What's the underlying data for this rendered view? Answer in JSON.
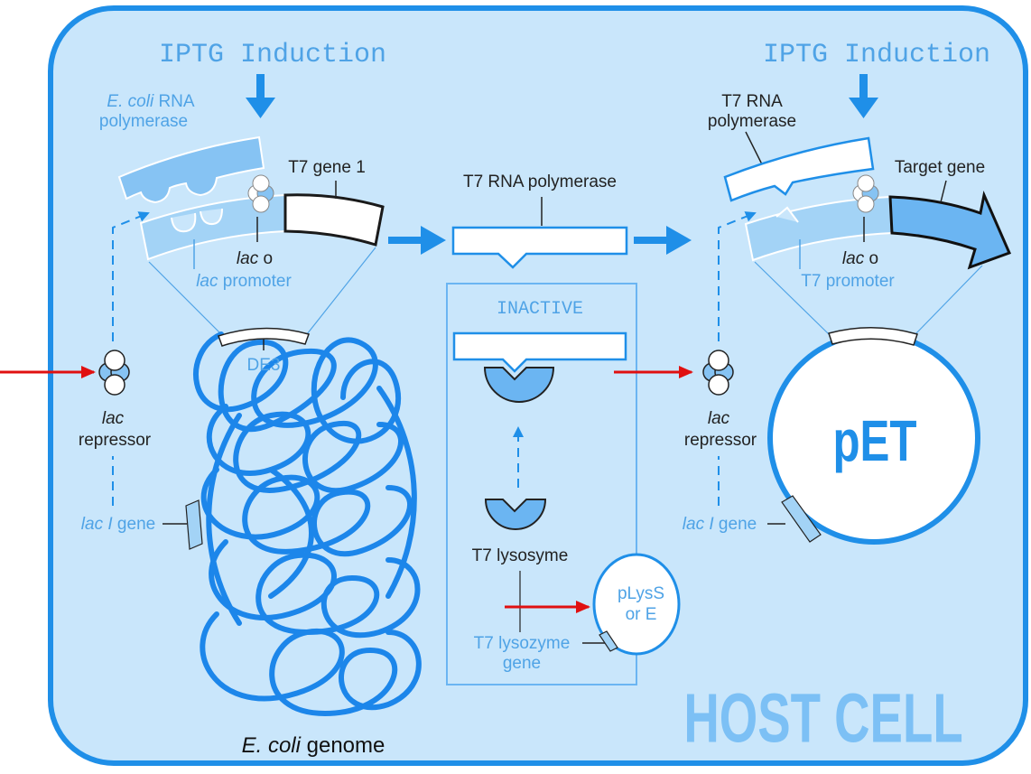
{
  "colors": {
    "cell_fill": "#c9e6fb",
    "cell_border": "#1f8fe8",
    "accent_blue": "#1f8fe8",
    "light_blue_text": "#4fa3e6",
    "dna_blue": "#1c86ea",
    "segment_blue": "#a3d3f6",
    "lysozyme_blue": "#6bb5f2",
    "arrow_red": "#e01010",
    "host_cell_text": "#7cc0f5",
    "label_dark": "#222222"
  },
  "induction": {
    "left": "IPTG Induction",
    "right": "IPTG Induction"
  },
  "left": {
    "ecoli_rna_polymerase": {
      "italic": "E. coli",
      "rest": " RNA",
      "line2": "polymerase"
    },
    "t7_gene1": "T7 gene 1",
    "lac_o": {
      "italic": "lac",
      "rest": " o"
    },
    "lac_promoter": {
      "italic": "lac",
      "rest": " promoter"
    },
    "de3": "DE3",
    "lac_repressor": {
      "italic": "lac",
      "line2": "repressor"
    },
    "lac_i_gene": {
      "italic": "lac I",
      "rest": " gene"
    },
    "ecoli_genome": {
      "italic": "E. coli",
      "rest": " genome"
    }
  },
  "middle": {
    "t7_rna_polymerase": "T7 RNA polymerase",
    "inactive": "INACTIVE",
    "t7_lysosyme": "T7 lysosyme",
    "t7_lysozyme_gene": {
      "line1": "T7 lysozyme",
      "line2": "gene"
    },
    "plyss": {
      "line1": "pLysS",
      "line2": "or E"
    }
  },
  "right": {
    "t7_rna_polymerase": {
      "line1": "T7 RNA",
      "line2": "polymerase"
    },
    "target_gene": "Target gene",
    "lac_o": {
      "italic": "lac",
      "rest": " o"
    },
    "t7_promoter": "T7 promoter",
    "lac_repressor": {
      "italic": "lac",
      "line2": "repressor"
    },
    "lac_i_gene": {
      "italic": "lac I",
      "rest": " gene"
    },
    "pet": "pET"
  },
  "host_cell": "HOST CELL"
}
